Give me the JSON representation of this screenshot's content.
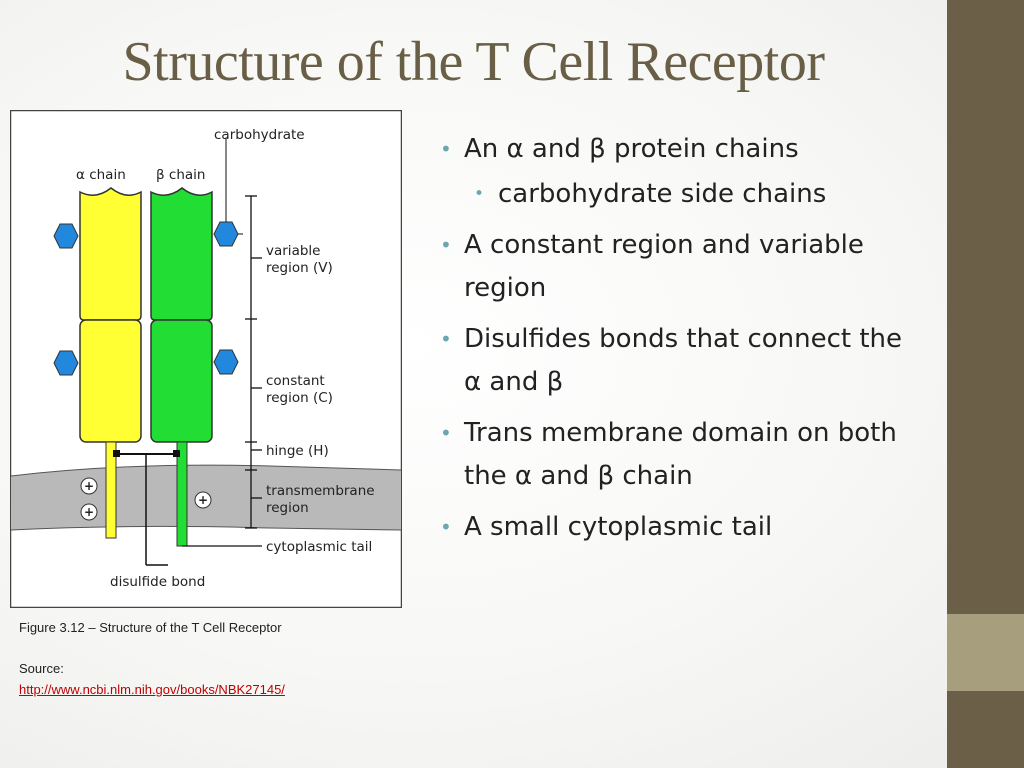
{
  "slide": {
    "title": "Structure of the T Cell Receptor",
    "colors": {
      "sidebar": "#6b5f48",
      "sidebar_accent": "#a79e7e",
      "title": "#695f46",
      "bullet": "#6aa7b0",
      "link": "#c00000"
    }
  },
  "figure": {
    "labels": {
      "carbohydrate": "carbohydrate",
      "alpha_chain": "α chain",
      "beta_chain": "β chain",
      "variable_1": "variable",
      "variable_2": "region (V)",
      "constant_1": "constant",
      "constant_2": "region (C)",
      "hinge": "hinge (H)",
      "transmembrane_1": "transmembrane",
      "transmembrane_2": "region",
      "cytoplasmic": "cytoplasmic tail",
      "disulfide": "disulfide bond",
      "plus": "+"
    },
    "caption": "Figure 3.12 – Structure of the T Cell Receptor",
    "source_label": "Source:",
    "source_url": "http://www.ncbi.nlm.nih.gov/books/NBK27145/"
  },
  "bullets": [
    {
      "text": "An α and β protein chains",
      "level": 1
    },
    {
      "text": "carbohydrate side chains",
      "level": 2
    },
    {
      "text": "A constant region and variable region",
      "level": 1
    },
    {
      "text": "Disulfides bonds that connect the α and β",
      "level": 1
    },
    {
      "text": "Trans membrane domain on both the α and β chain",
      "level": 1
    },
    {
      "text": "A small cytoplasmic tail",
      "level": 1
    }
  ]
}
